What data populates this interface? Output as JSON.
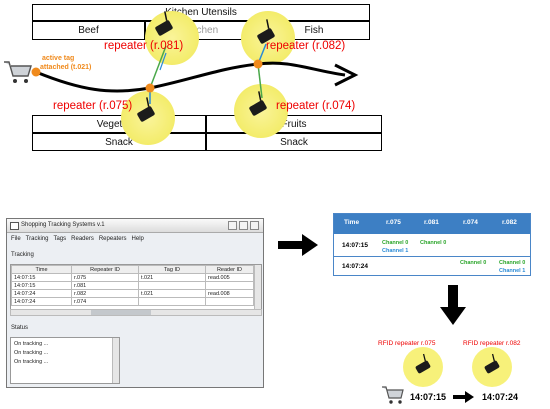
{
  "top": {
    "cells": {
      "kitchen_utensils": "Kitchen Utensils",
      "beef": "Beef",
      "kitchen": "Kitchen",
      "fish": "Fish",
      "vegetable": "Vegetable",
      "fruits": "Fruits",
      "snack_left": "Snack",
      "snack_right": "Snack"
    },
    "repeaters": [
      "repeater (r.081)",
      "repeater (r.082)",
      "repeater (r.075)",
      "repeater (r.074)"
    ],
    "tag_label_line1": "active tag",
    "tag_label_line2": "attached (t.021)",
    "colors": {
      "red": "#e00000",
      "orange": "#f08a1c",
      "yellow": "#f7f17a"
    }
  },
  "app": {
    "title": "Shopping Tracking Systems v.1",
    "menu": [
      "File",
      "Tracking",
      "Tags",
      "Readers",
      "Repeaters",
      "Help"
    ],
    "tracking_label": "Tracking",
    "columns": [
      "Time",
      "Repeater ID",
      "Tag ID",
      "Reader ID"
    ],
    "rows": [
      [
        "14:07:15",
        "r.075",
        "t.021",
        "read.005"
      ],
      [
        "14:07:15",
        "r.081",
        "",
        ""
      ],
      [
        "14:07:24",
        "r.082",
        "t.021",
        "read.008"
      ],
      [
        "14:07:24",
        "r.074",
        "",
        ""
      ]
    ],
    "status_label": "Status",
    "status_lines": [
      "On tracking ...",
      "On tracking ...",
      "On tracking ..."
    ]
  },
  "timeline": {
    "headers": [
      "Time",
      "r.075",
      "r.081",
      "r.074",
      "r.082"
    ],
    "row1_time": "14:07:15",
    "row2_time": "14:07:24",
    "ch0": "Channel 0",
    "ch1": "Channel 1"
  },
  "bottom": {
    "rep_left": "RFID repeater r.075",
    "rep_right": "RFID repeater r.082",
    "time_left": "14:07:15",
    "time_right": "14:07:24"
  }
}
